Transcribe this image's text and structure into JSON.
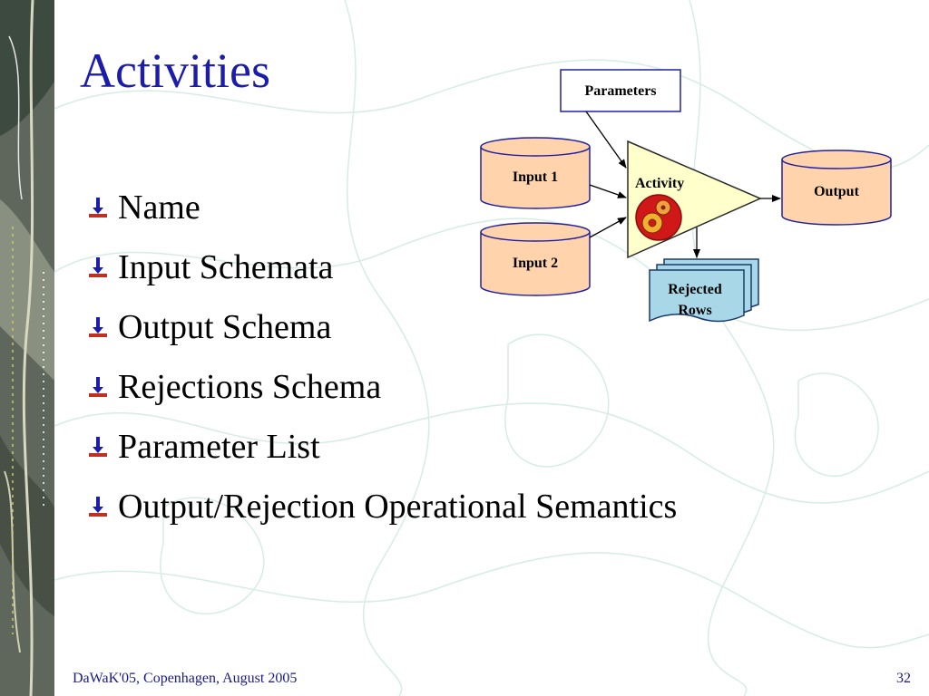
{
  "slide": {
    "title": "Activities",
    "bullets": [
      "Name",
      "Input Schemata",
      "Output Schema",
      "Rejections Schema",
      "Parameter List",
      "Output/Rejection Operational Semantics"
    ]
  },
  "diagram": {
    "parameters_label": "Parameters",
    "input1_label": "Input 1",
    "input2_label": "Input 2",
    "activity_label": "Activity",
    "output_label": "Output",
    "rejected_line1": "Rejected",
    "rejected_line2": "Rows"
  },
  "colors": {
    "title": "#1c1caa",
    "cylinder_fill": "#ffd4ac",
    "triangle_fill": "#ffffcc",
    "rejected_fill": "#a8d8e8",
    "parameters_border": "#2020a0"
  },
  "footer": {
    "left": "DaWaK'05, Copenhagen, August 2005",
    "page_number": "32"
  }
}
